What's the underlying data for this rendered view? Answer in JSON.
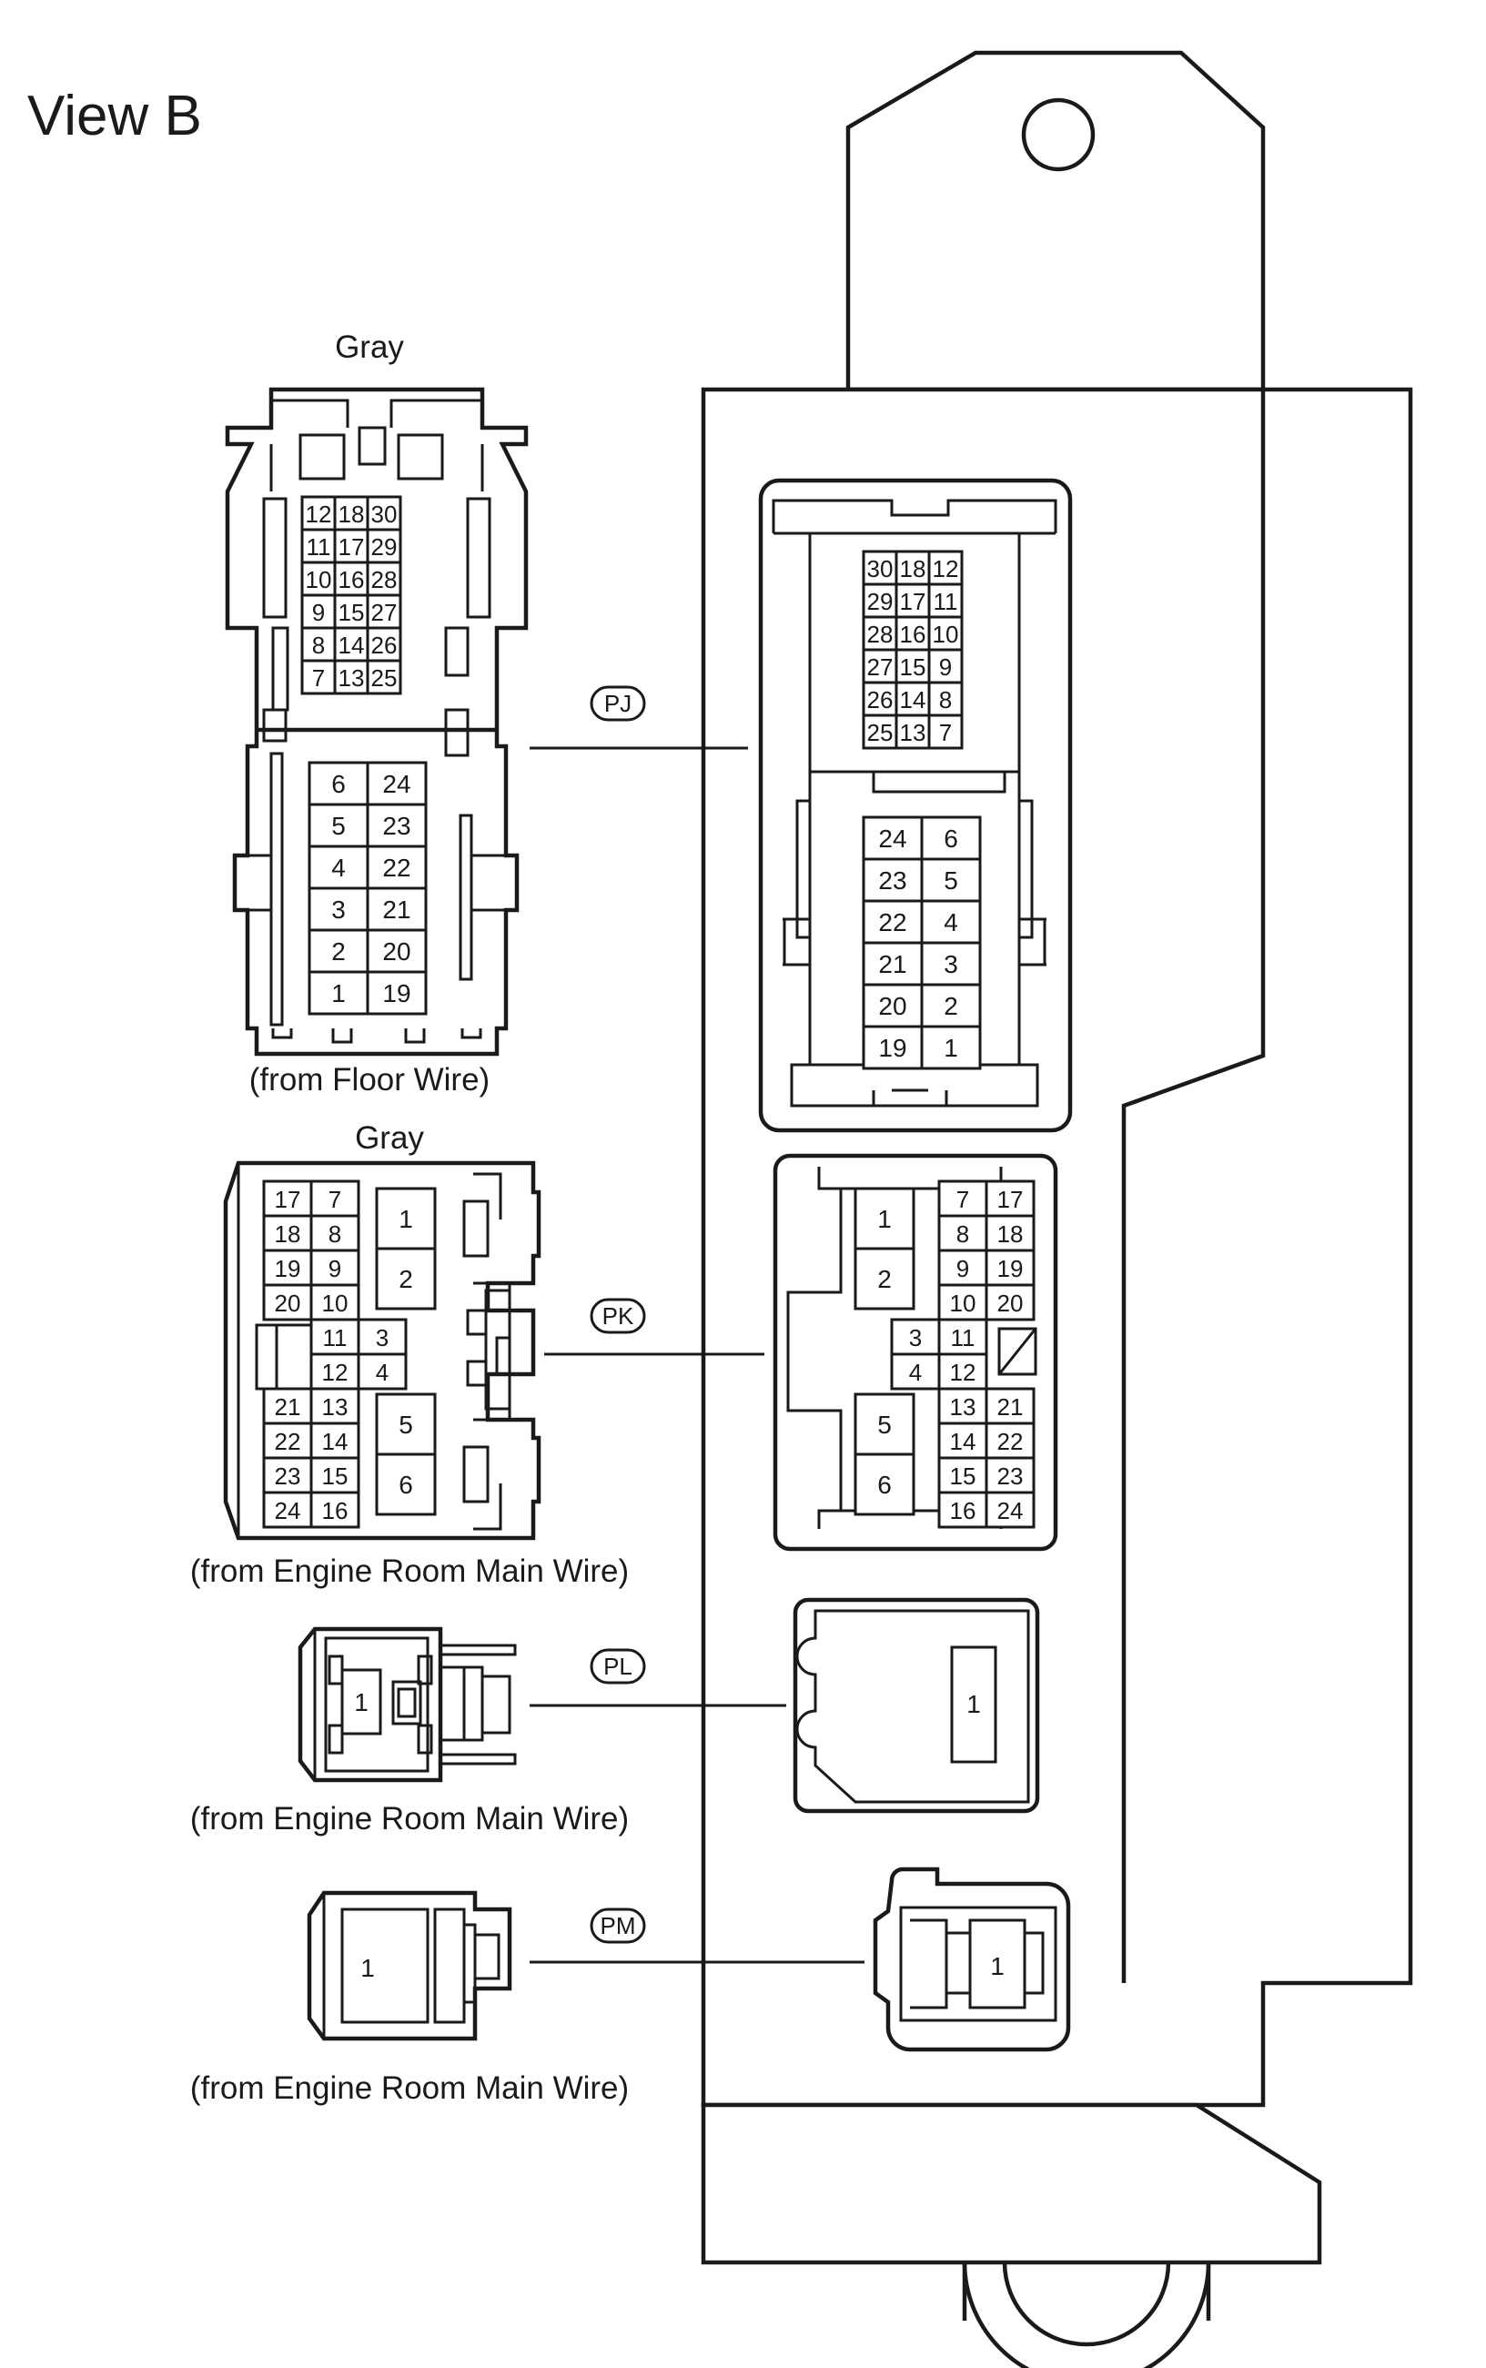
{
  "view_title": "View B",
  "connectors": [
    {
      "code": "PJ",
      "color": "Gray",
      "source": "(from Floor Wire)"
    },
    {
      "code": "PK",
      "color": "Gray",
      "source": "(from Engine Room Main Wire)"
    },
    {
      "code": "PL",
      "source": "(from Engine Room Main Wire)"
    },
    {
      "code": "PM",
      "source": "(from Engine Room Main Wire)"
    }
  ],
  "pins": {
    "pj_left_top": [
      [
        "12",
        "18",
        "30"
      ],
      [
        "11",
        "17",
        "29"
      ],
      [
        "10",
        "16",
        "28"
      ],
      [
        "9",
        "15",
        "27"
      ],
      [
        "8",
        "14",
        "26"
      ],
      [
        "7",
        "13",
        "25"
      ]
    ],
    "pj_left_bottom": [
      [
        "6",
        "24"
      ],
      [
        "5",
        "23"
      ],
      [
        "4",
        "22"
      ],
      [
        "3",
        "21"
      ],
      [
        "2",
        "20"
      ],
      [
        "1",
        "19"
      ]
    ],
    "pj_right_top": [
      [
        "30",
        "18",
        "12"
      ],
      [
        "29",
        "17",
        "11"
      ],
      [
        "28",
        "16",
        "10"
      ],
      [
        "27",
        "15",
        "9"
      ],
      [
        "26",
        "14",
        "8"
      ],
      [
        "25",
        "13",
        "7"
      ]
    ],
    "pj_right_bottom": [
      [
        "24",
        "6"
      ],
      [
        "23",
        "5"
      ],
      [
        "22",
        "4"
      ],
      [
        "21",
        "3"
      ],
      [
        "20",
        "2"
      ],
      [
        "19",
        "1"
      ]
    ],
    "pk_left_grid_top": [
      [
        "17",
        "7"
      ],
      [
        "18",
        "8"
      ],
      [
        "19",
        "9"
      ],
      [
        "20",
        "10"
      ]
    ],
    "pk_left_mid": [
      [
        "11",
        "3"
      ],
      [
        "12",
        "4"
      ]
    ],
    "pk_left_grid_bottom": [
      [
        "21",
        "13"
      ],
      [
        "22",
        "14"
      ],
      [
        "23",
        "15"
      ],
      [
        "24",
        "16"
      ]
    ],
    "pk_left_big": [
      "1",
      "2",
      "5",
      "6"
    ],
    "pk_right_grid_top": [
      [
        "7",
        "17"
      ],
      [
        "8",
        "18"
      ],
      [
        "9",
        "19"
      ],
      [
        "10",
        "20"
      ]
    ],
    "pk_right_mid": [
      [
        "3",
        "11"
      ],
      [
        "4",
        "12"
      ]
    ],
    "pk_right_grid_bottom": [
      [
        "13",
        "21"
      ],
      [
        "14",
        "22"
      ],
      [
        "15",
        "23"
      ],
      [
        "16",
        "24"
      ]
    ],
    "pk_right_big": [
      "1",
      "2",
      "5",
      "6"
    ],
    "pl_pin": "1",
    "pm_pin": "1"
  }
}
